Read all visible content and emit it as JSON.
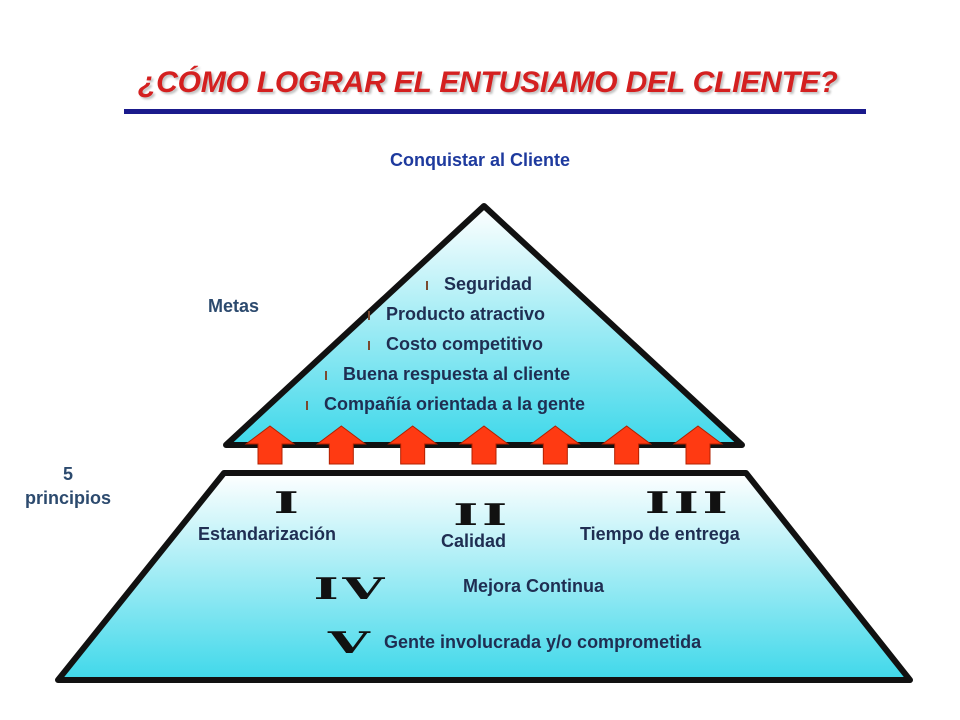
{
  "title": "¿CÓMO LOGRAR EL ENTUSIAMO  DEL CLIENTE?",
  "top_label": "Conquistar al Cliente",
  "metas_label": "Metas",
  "principles_label_line1": "5",
  "principles_label_line2": "principios",
  "goals": [
    "Seguridad",
    "Producto atractivo",
    "Costo competitivo",
    "Buena respuesta al cliente",
    "Compañía orientada a la gente"
  ],
  "principles": [
    {
      "numeral": "I",
      "label": "Estandarización"
    },
    {
      "numeral": "II",
      "label": "Calidad"
    },
    {
      "numeral": "III",
      "label": "Tiempo de entrega"
    },
    {
      "numeral": "IV",
      "label": "Mejora Continua"
    },
    {
      "numeral": "V",
      "label": "Gente involucrada y/o comprometida"
    }
  ],
  "arrow_count": 7,
  "colors": {
    "title": "#d42020",
    "title_rule": "#1a1a8c",
    "fill_top": "#ffffff",
    "fill_bottom": "#3fd8ea",
    "arrow": "#ff3a12",
    "label_blue": "#1e3a9e"
  }
}
